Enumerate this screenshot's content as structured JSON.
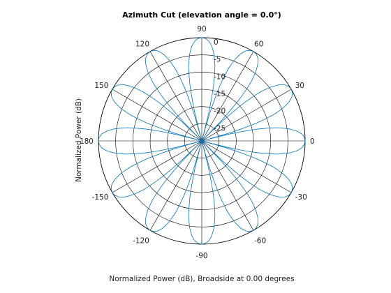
{
  "chart_data": {
    "type": "line",
    "polar": true,
    "title": "Azimuth Cut (elevation angle = 0.0°)",
    "xlabel": "Normalized Power (dB), Broadside at 0.00 degrees",
    "ylabel": "Normalized Power (dB)",
    "angle_ticks": [
      "0",
      "30",
      "60",
      "90",
      "120",
      "150",
      "-180",
      "-150",
      "-120",
      "-90",
      "-60",
      "-30"
    ],
    "angle_tick_values_deg": [
      0,
      30,
      60,
      90,
      120,
      150,
      180,
      -150,
      -120,
      -90,
      -60,
      -30
    ],
    "radial_ticks": [
      "0",
      "-5",
      "-10",
      "-15",
      "-20",
      "-25"
    ],
    "radial_tick_values_db": [
      0,
      -5,
      -10,
      -15,
      -20,
      -25
    ],
    "rlim_db": [
      -30,
      0
    ],
    "grid": true,
    "series": [
      {
        "color": "#0072BD",
        "description": "normalized power pattern, main lobes every 30 degrees",
        "lobe_period_deg": 30,
        "phi_deg": [
          0,
          2,
          4,
          6,
          8,
          10,
          12,
          14,
          15,
          16,
          18,
          20,
          22,
          24,
          26,
          28,
          30
        ],
        "power_db": [
          0,
          -0.2,
          -0.9,
          -2.3,
          -4.6,
          -8,
          -13.5,
          -22,
          -30,
          -22,
          -13.5,
          -8,
          -4.6,
          -2.3,
          -0.9,
          -0.2,
          0
        ]
      }
    ]
  }
}
